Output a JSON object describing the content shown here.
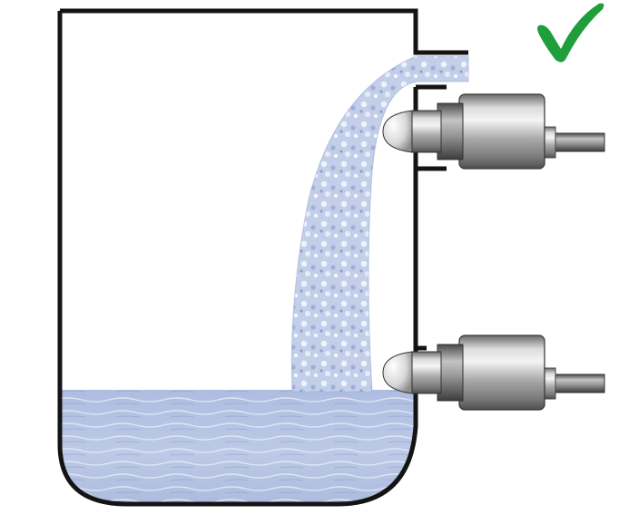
{
  "diagram": {
    "check_mark": {
      "icon": "check-icon",
      "color": "#1f9e3c"
    },
    "tank": {
      "outline_color": "#141414",
      "liquid_color": "#b9c6e2"
    },
    "inflow_stream": {
      "color": "#c8d3ea"
    },
    "sensors": [
      {
        "id": "upper",
        "state": "above-liquid"
      },
      {
        "id": "lower",
        "state": "in-liquid"
      }
    ],
    "metal_colors": {
      "light": "#eeeeee",
      "mid": "#a8a8a8",
      "dark": "#5a5a5a"
    }
  }
}
